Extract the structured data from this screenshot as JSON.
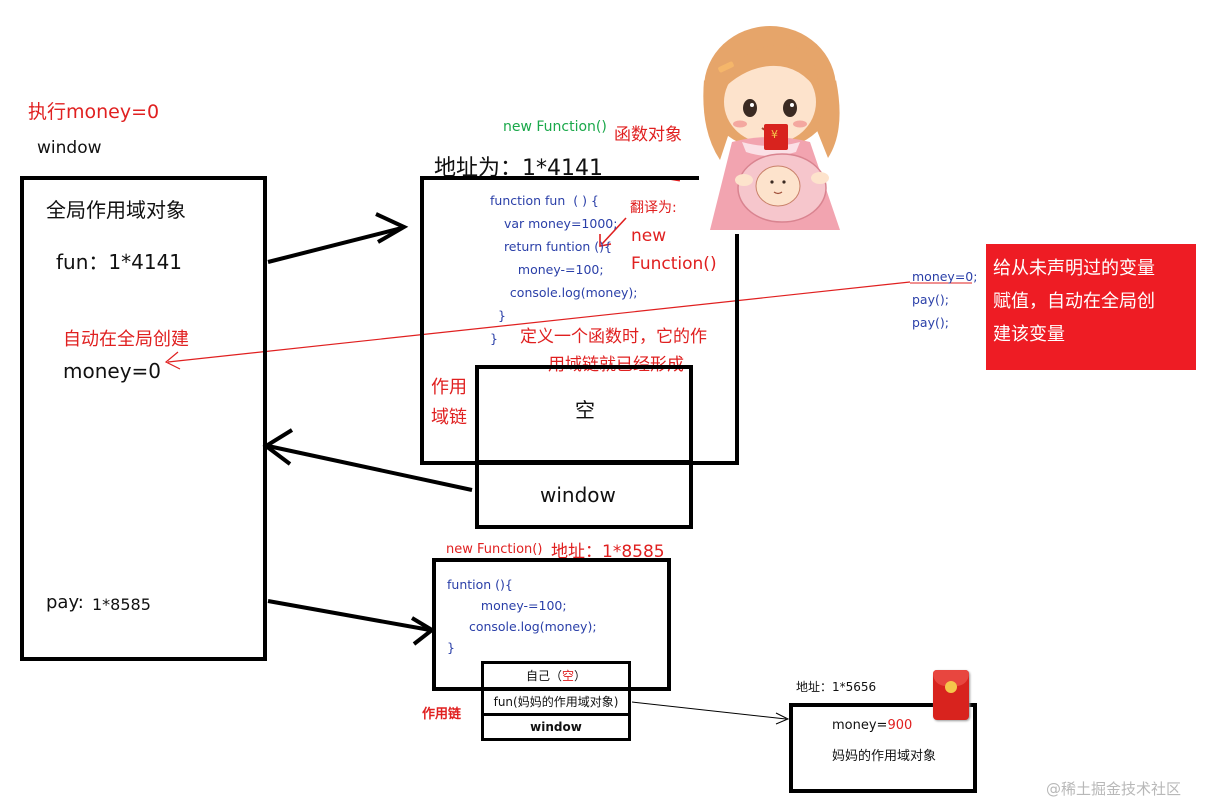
{
  "header": {
    "exec_label": "执行money=0",
    "window_label": "window"
  },
  "global_box": {
    "title": "全局作用域对象",
    "fun_entry": "fun：1*4141",
    "auto_create_note": "自动在全局创建",
    "money_entry": "money=0",
    "pay_key": "pay:",
    "pay_value": "1*8585"
  },
  "fun_object": {
    "new_function": "new Function()",
    "func_object_label": "函数对象",
    "address": "地址为：1*4141",
    "code_lines": [
      "function fun  ( ) {",
      "  var money=1000;",
      "  return funtion (){",
      "    money-=100;",
      "   console.log(money);",
      "  }",
      "}"
    ],
    "translate_label": "翻译为:",
    "translate_lines": [
      "new",
      "Function()"
    ],
    "chain_note": "定义一个函数时，它的作用域链就已经形成",
    "chain_note_lines": [
      "定义一个函数时，它的作",
      "用域链就已经形成"
    ],
    "scope_chain_label_lines": [
      "作用",
      "域链"
    ],
    "chain_empty": "空",
    "chain_window": "window"
  },
  "right_code": {
    "lines": [
      "money=0;",
      "pay();",
      "pay();"
    ]
  },
  "red_note": {
    "lines": [
      "给从未声明过的变量",
      "赋值，自动在全局创",
      "建该变量"
    ],
    "bg": "#ee1c24"
  },
  "pay_object": {
    "new_function": "new Function()",
    "address": "地址：1*8585",
    "code_lines": [
      "funtion (){",
      "    money-=100;",
      "  console.log(money);",
      "}"
    ],
    "scope_chain_label": "作用链",
    "chain_self_prefix": "自己（",
    "chain_self_empty": "空",
    "chain_self_suffix": "）",
    "chain_fun": "fun(妈妈的作用域对象)",
    "chain_window": "window"
  },
  "mom_scope": {
    "address": "地址：1*5656",
    "money_key": "money=",
    "money_value": "900",
    "label": "妈妈的作用域对象"
  },
  "watermark": "@稀土掘金技术社区",
  "illustration": {
    "icons": [
      "girl-illustration-icon",
      "red-envelope-icon",
      "yen-icon"
    ],
    "yen_symbol": "¥"
  },
  "colors": {
    "accent_red": "#e02020",
    "green": "#1aa84a",
    "code_blue": "#2a3fa8",
    "note_bg": "#ee1c24",
    "envelope_red": "#d8231e",
    "envelope_gold": "#f5c64b"
  }
}
